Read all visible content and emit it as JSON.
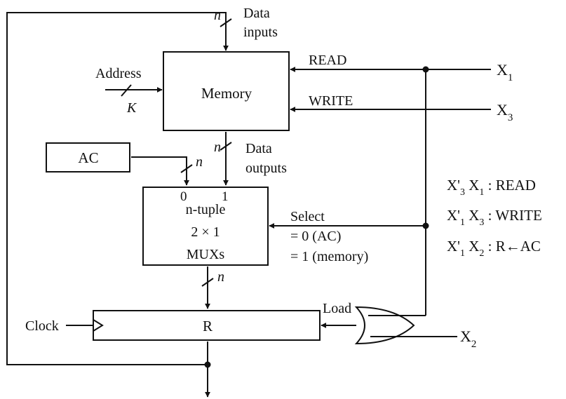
{
  "memory": {
    "label": "Memory",
    "data_inputs_n": "n",
    "data_inputs_l1": "Data",
    "data_inputs_l2": "inputs",
    "data_outputs_n": "n",
    "data_outputs_l1": "Data",
    "data_outputs_l2": "outputs",
    "address_label": "Address",
    "address_width": "K",
    "read_label": "READ",
    "write_label": "WRITE"
  },
  "ac": {
    "label": "AC",
    "bus_width": "n"
  },
  "mux": {
    "line1": "n-tuple",
    "line2": "2 × 1",
    "line3": "MUXs",
    "input0": "0",
    "input1": "1",
    "out_width": "n",
    "select_label": "Select",
    "select_0": "= 0 (AC)",
    "select_1": "= 1 (memory)"
  },
  "register": {
    "label": "R",
    "clock_label": "Clock",
    "load_label": "Load"
  },
  "signals": {
    "x1": {
      "base": "X",
      "sub": "1"
    },
    "x3": {
      "base": "X",
      "sub": "3"
    },
    "x2": {
      "base": "X",
      "sub": "2"
    }
  },
  "equations": [
    {
      "a": "X'",
      "asub": "3",
      "b": " X",
      "bsub": "1",
      "rest": " : READ"
    },
    {
      "a": "X'",
      "asub": "1",
      "b": " X",
      "bsub": "3",
      "rest": " : WRITE"
    },
    {
      "a": "X'",
      "asub": "1",
      "b": " X",
      "bsub": "2",
      "rest": " : R←AC"
    }
  ]
}
